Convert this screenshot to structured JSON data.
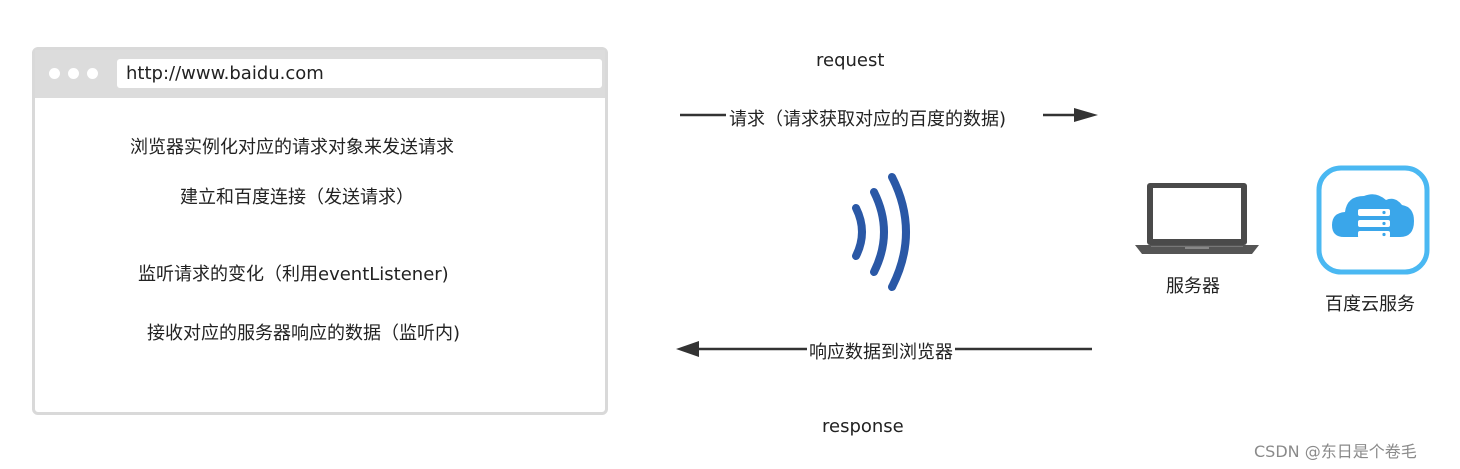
{
  "browser": {
    "url": "http://www.baidu.com",
    "steps": [
      "浏览器实例化对应的请求对象来发送请求",
      "建立和百度连接（发送请求）",
      "监听请求的变化（利用eventListener)",
      "接收对应的服务器响应的数据（监听内)"
    ]
  },
  "request": {
    "title": "request",
    "label": "请求（请求获取对应的百度的数据)"
  },
  "response": {
    "title": "response",
    "label": "响应数据到浏览器"
  },
  "server": {
    "label": "服务器"
  },
  "cloud": {
    "label": "百度云服务"
  },
  "watermark": "CSDN @东日是个卷毛",
  "colors": {
    "signal": "#2a58a6",
    "cloud_border": "#4ab8f2",
    "cloud_fill": "#3aa6ea",
    "arrow": "#333333"
  }
}
